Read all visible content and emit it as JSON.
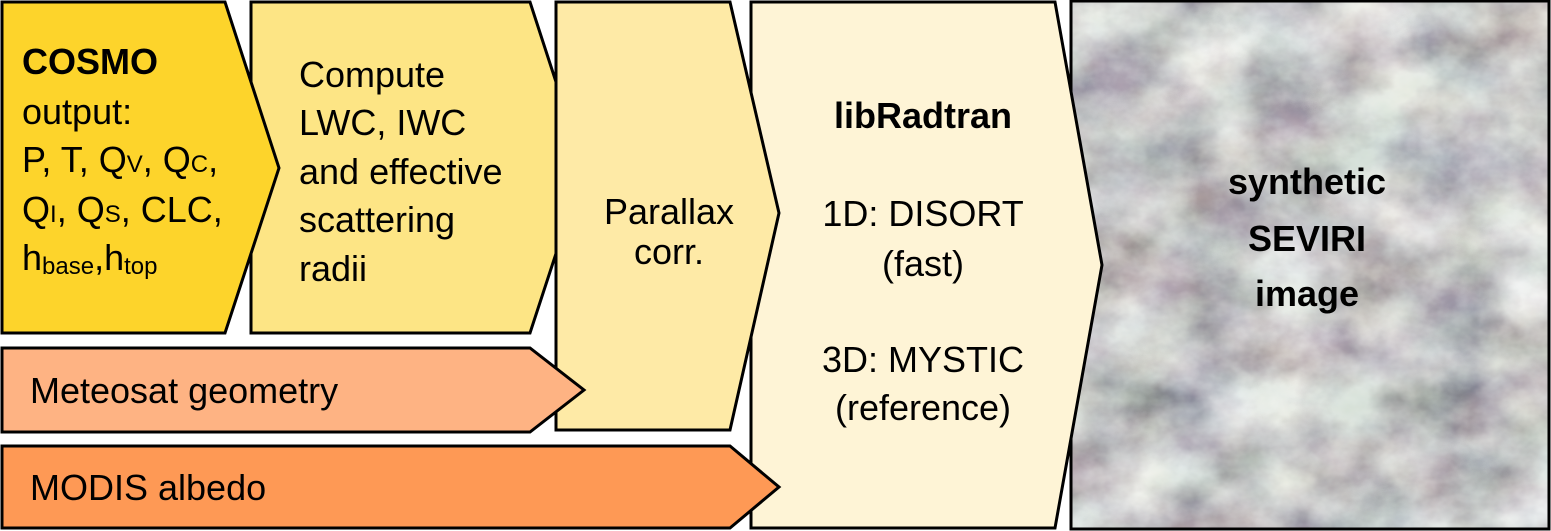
{
  "colors": {
    "cosmo": "#fdd42b",
    "compute": "#fde585",
    "parallax": "#feeaa6",
    "libradtran": "#fef4d6",
    "meteosat": "#feb383",
    "modis": "#fe9955"
  },
  "cosmo": {
    "title": "COSMO",
    "line1": "output:",
    "P": "P, T, Q",
    "V": "V",
    "comma1": ", Q",
    "C": "C",
    "comma2": ",",
    "QI": "Q",
    "I": "I",
    "QS": ", Q",
    "S": "S",
    "CLC": ", CLC,",
    "h1": "h",
    "base": "base",
    "h2": ",h",
    "top": "top"
  },
  "compute": {
    "lines": [
      "Compute",
      "LWC, IWC",
      "and effective",
      "scattering",
      "radii"
    ]
  },
  "parallax": {
    "lines": [
      "Parallax",
      "corr."
    ]
  },
  "libradtran": {
    "title": "libRadtran",
    "lines": [
      "1D: DISORT",
      "(fast)",
      "3D: MYSTIC",
      "(reference)"
    ]
  },
  "meteosat": {
    "label": "Meteosat geometry"
  },
  "modis": {
    "label": "MODIS albedo"
  },
  "output": {
    "lines": [
      "synthetic",
      "SEVIRI",
      "image"
    ]
  }
}
